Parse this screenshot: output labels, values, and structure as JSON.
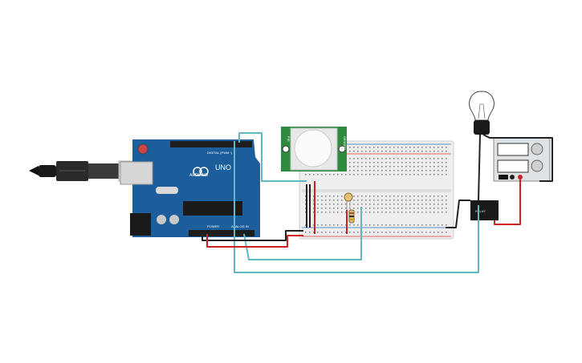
{
  "arduino": {
    "brand": "ARDUINO",
    "model": "UNO",
    "digital_header": "DIGITAL (PWM~)",
    "power_header": "POWER",
    "analog_header": "ANALOG IN"
  },
  "pir": {
    "label_left": "PIR",
    "label_right": "SENSOR"
  },
  "relay": {
    "label": "RELAY"
  },
  "colors": {
    "board": "#1b5e9b",
    "breadboard": "#eeeeee",
    "pir_pcb": "#2e8b3d",
    "wire_teal": "#5fb8c4",
    "wire_black": "#222222",
    "wire_red": "#cc2222",
    "power_supply": "#dfe3e6"
  },
  "icons": [
    "usb-cable-icon",
    "bulb-icon",
    "ldr-icon",
    "resistor-icon"
  ]
}
